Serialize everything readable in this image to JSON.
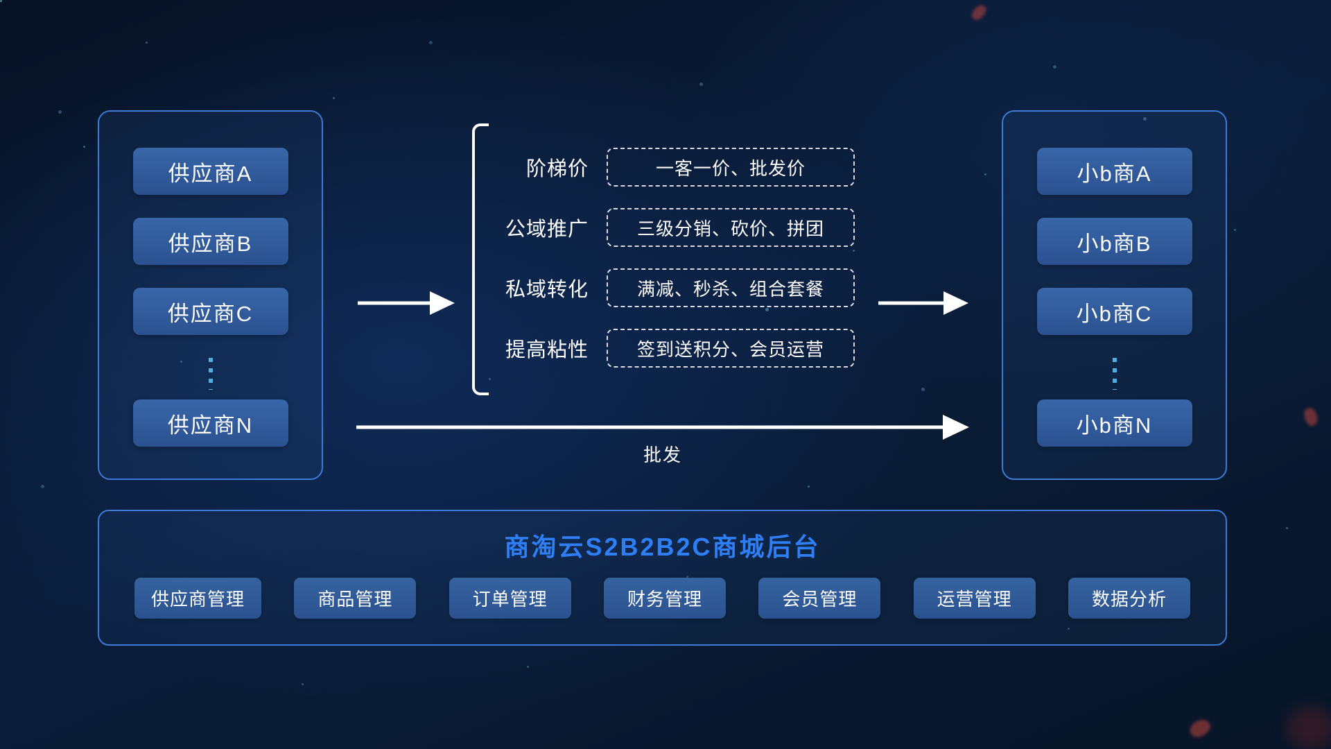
{
  "left_panel": {
    "items": [
      "供应商A",
      "供应商B",
      "供应商C",
      "供应商N"
    ]
  },
  "right_panel": {
    "items": [
      "小b商A",
      "小b商B",
      "小b商C",
      "小b商N"
    ]
  },
  "strategies": {
    "rows": [
      {
        "label": "阶梯价",
        "detail": "一客一价、批发价"
      },
      {
        "label": "公域推广",
        "detail": "三级分销、砍价、拼团"
      },
      {
        "label": "私域转化",
        "detail": "满减、秒杀、组合套餐"
      },
      {
        "label": "提高粘性",
        "detail": "签到送积分、会员运营"
      }
    ]
  },
  "arrows": {
    "wholesale_label": "批发"
  },
  "backend": {
    "title": "商淘云S2B2B2C商城后台",
    "modules": [
      "供应商管理",
      "商品管理",
      "订单管理",
      "财务管理",
      "会员管理",
      "运营管理",
      "数据分析"
    ]
  },
  "colors": {
    "background": "#0a1d3b",
    "panel_border": "#3d7bd8",
    "node_fill": "#2f5da6",
    "accent_title": "#2e7ff5",
    "arrow": "#ffffff",
    "dots": "#4fb0e0"
  }
}
